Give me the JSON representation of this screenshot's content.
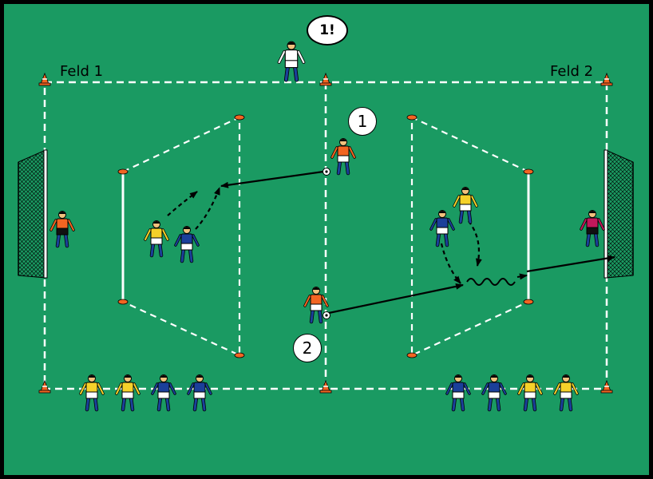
{
  "fields": [
    {
      "label": "Feld 1"
    },
    {
      "label": "Feld 2"
    }
  ],
  "markers": [
    "1",
    "2"
  ],
  "coach_call": "1!",
  "colors": {
    "pitch": "#1a9a62",
    "lines": "#ffffff",
    "cone": "#f26522",
    "team_blue": "#1b3f9a",
    "team_yellow": "#f5d12a",
    "attacker_orange": "#f26522",
    "arrow": "#000000"
  }
}
